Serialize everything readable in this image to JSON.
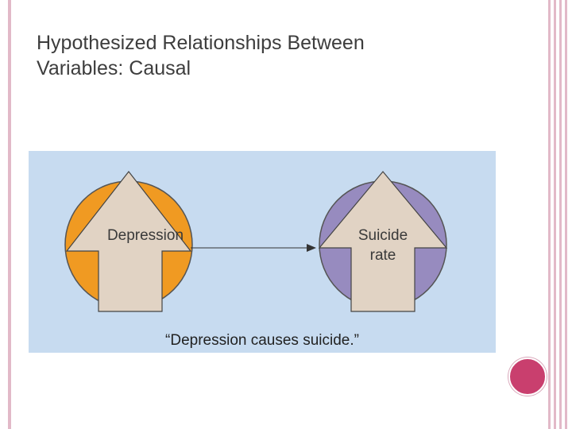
{
  "slide": {
    "title_lines": [
      "Hypothesized Relationships Between",
      "Variables: Causal"
    ]
  },
  "diagram": {
    "cause_label": "Depression",
    "effect_label_lines": [
      "Suicide",
      "rate"
    ],
    "caption": "“Depression causes suicide.”",
    "colors": {
      "background": "#c7dbf0",
      "cause_circle": "#f09a22",
      "effect_circle": "#978bbf",
      "arrow_fill": "#e1d3c4",
      "accent_dot": "#c93f6e"
    }
  }
}
